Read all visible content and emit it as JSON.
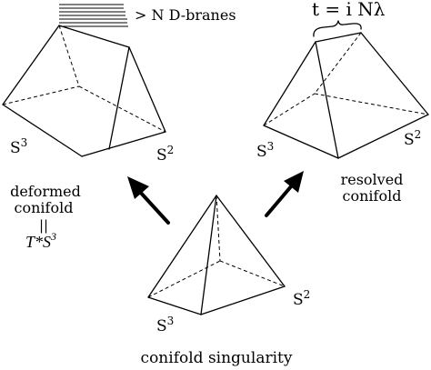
{
  "labels": {
    "n_dbranes": "> N D-branes",
    "t_formula": "t = i Nλ",
    "deformed_s3": "S",
    "deformed_s3_sup": "3",
    "deformed_s2": "S",
    "deformed_s2_sup": "2",
    "resolved_s3": "S",
    "resolved_s3_sup": "3",
    "resolved_s2": "S",
    "resolved_s2_sup": "2",
    "singular_s3": "S",
    "singular_s3_sup": "3",
    "singular_s2": "S",
    "singular_s2_sup": "2",
    "deformed_line1": "deformed",
    "deformed_line2": "conifold",
    "deformed_equiv": "||",
    "deformed_tstar": "T*S",
    "deformed_tstar_sup": "3",
    "resolved_line1": "resolved",
    "resolved_line2": "conifold",
    "singularity_caption": "conifold singularity"
  }
}
